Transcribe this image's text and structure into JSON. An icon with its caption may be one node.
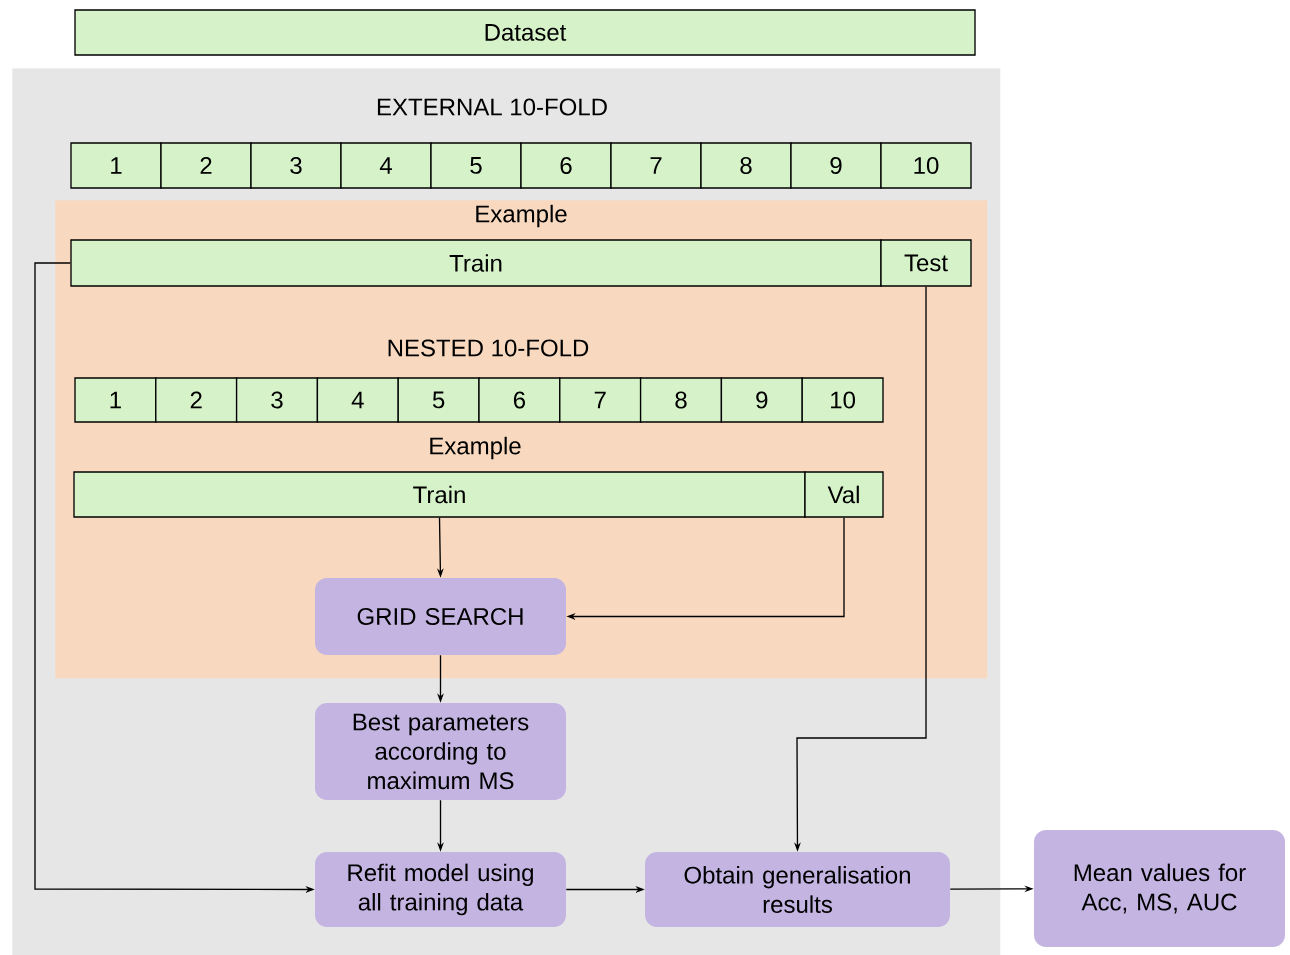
{
  "diagram": {
    "nodes": [
      {
        "text": [
          "Dataset"
        ]
      },
      {
        "text": [
          "EXTERNAL 10-FOLD"
        ]
      },
      {
        "text": [
          "1"
        ],
        "in": 1
      },
      {
        "text": [
          "2"
        ],
        "in": 1
      },
      {
        "text": [
          "3"
        ],
        "in": 1
      },
      {
        "text": [
          "4"
        ],
        "in": 1
      },
      {
        "text": [
          "5"
        ],
        "in": 1
      },
      {
        "text": [
          "6"
        ],
        "in": 1
      },
      {
        "text": [
          "7"
        ],
        "in": 1
      },
      {
        "text": [
          "8"
        ],
        "in": 1
      },
      {
        "text": [
          "9"
        ],
        "in": 1
      },
      {
        "text": [
          "10"
        ],
        "in": 1
      },
      {
        "text": [
          "Example"
        ],
        "in": 1
      },
      {
        "text": [
          "Train"
        ],
        "in": 12
      },
      {
        "text": [
          "Test"
        ],
        "in": 12
      },
      {
        "text": [
          "1"
        ],
        "in": 12
      },
      {
        "text": [
          "2"
        ],
        "in": 12
      },
      {
        "text": [
          "3"
        ],
        "in": 12
      },
      {
        "text": [
          "4"
        ],
        "in": 12
      },
      {
        "text": [
          "5"
        ],
        "in": 12
      },
      {
        "text": [
          "6"
        ],
        "in": 12
      },
      {
        "text": [
          "7"
        ],
        "in": 12
      },
      {
        "text": [
          "8"
        ],
        "in": 12
      },
      {
        "text": [
          "9"
        ],
        "in": 12
      },
      {
        "text": [
          "10"
        ],
        "in": 12
      },
      {
        "text": [
          "Train"
        ],
        "in": 12
      },
      {
        "text": [
          "Val"
        ],
        "in": 12
      },
      {
        "text": [
          "GRID SEARCH"
        ],
        "in": 12
      },
      {
        "text": [
          "Best parameters according to maximum MS"
        ],
        "in": 1
      },
      {
        "text": [
          "Refit model using all training data"
        ],
        "in": 1
      },
      {
        "text": [
          "Obtain generalisation results"
        ],
        "in": 1
      },
      {
        "text": [
          "Mean values for Acc, MS, AUC"
        ]
      }
    ],
    "edges": [
      {
        "from": 25,
        "to": 27,
        "arrow": "to"
      },
      {
        "from": 26,
        "to": 27,
        "arrow": "to"
      },
      {
        "from": 27,
        "to": 28,
        "arrow": "to"
      },
      {
        "from": 28,
        "to": 29,
        "arrow": "to"
      },
      {
        "from": 13,
        "to": 29,
        "arrow": "to"
      },
      {
        "from": 14,
        "to": 30,
        "arrow": "to"
      },
      {
        "from": 29,
        "to": 30,
        "arrow": "to"
      },
      {
        "from": 30,
        "to": 31,
        "arrow": "to"
      }
    ],
    "labels": [
      "NESTED 10-FOLD",
      "Example"
    ]
  }
}
